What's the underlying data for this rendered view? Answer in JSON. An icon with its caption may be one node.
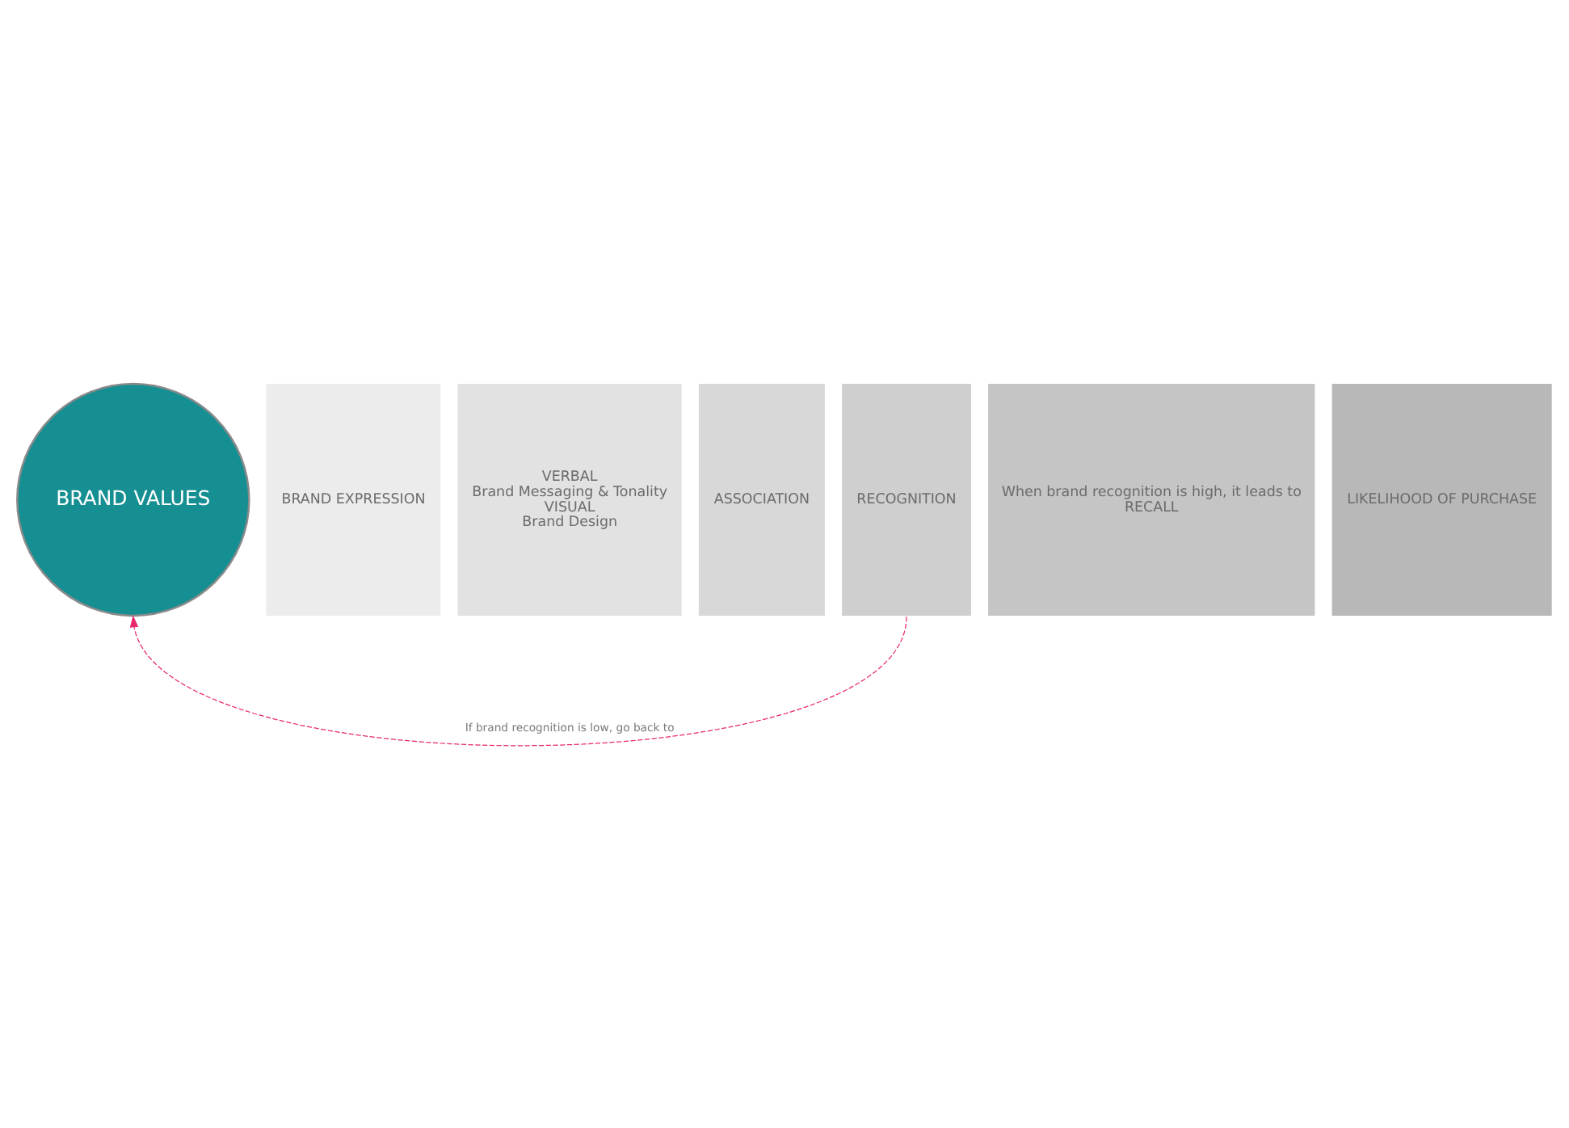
{
  "diagram": {
    "nodes": [
      {
        "text": [
          "BRAND VALUES"
        ]
      },
      {
        "text": [
          "BRAND EXPRESSION"
        ]
      },
      {
        "text": [
          "VERBAL",
          "Brand Messaging & Tonality",
          "VISUAL",
          "Brand Design"
        ]
      },
      {
        "text": [
          "ASSOCIATION"
        ]
      },
      {
        "text": [
          "RECOGNITION"
        ]
      },
      {
        "text": [
          "When brand recognition is high, it leads to",
          "RECALL"
        ]
      },
      {
        "text": [
          "LIKELIHOOD OF PURCHASE"
        ]
      }
    ],
    "edges": [
      {
        "from": 4,
        "to": 0,
        "arrow": "to",
        "style": "dashed",
        "color": "#e8286e",
        "label": "If brand recognition is low, go back to"
      }
    ]
  }
}
